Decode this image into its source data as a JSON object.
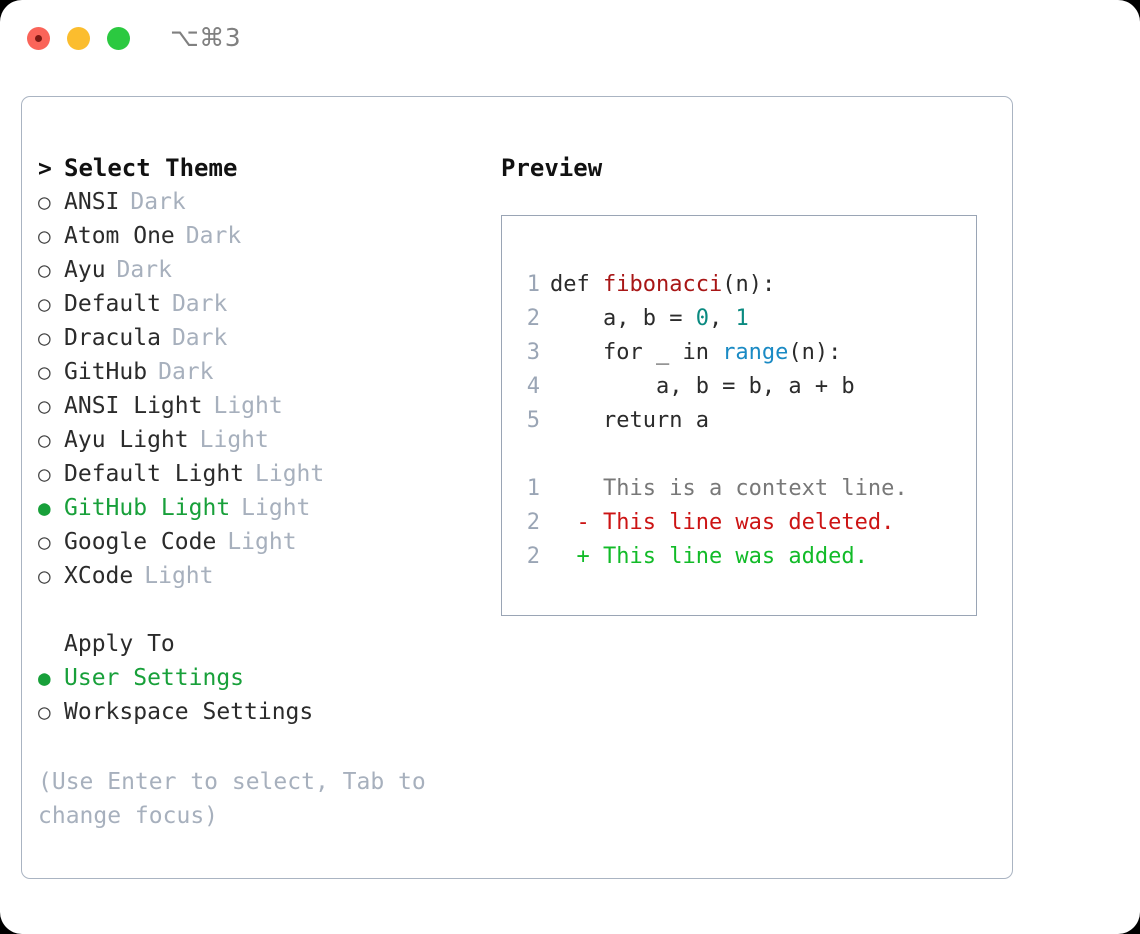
{
  "titlebar": {
    "shortcut": "⌥⌘3",
    "buttons": {
      "close": "close",
      "minimize": "minimize",
      "maximize": "maximize"
    }
  },
  "themes_panel": {
    "header_caret": ">",
    "header": "Select Theme",
    "bullet_unselected": "○",
    "bullet_selected": "●",
    "items": [
      {
        "name": "ANSI",
        "category": "Dark",
        "selected": false
      },
      {
        "name": "Atom One",
        "category": "Dark",
        "selected": false
      },
      {
        "name": "Ayu",
        "category": "Dark",
        "selected": false
      },
      {
        "name": "Default",
        "category": "Dark",
        "selected": false
      },
      {
        "name": "Dracula",
        "category": "Dark",
        "selected": false
      },
      {
        "name": "GitHub",
        "category": "Dark",
        "selected": false
      },
      {
        "name": "ANSI Light",
        "category": "Light",
        "selected": false
      },
      {
        "name": "Ayu Light",
        "category": "Light",
        "selected": false
      },
      {
        "name": "Default Light",
        "category": "Light",
        "selected": false
      },
      {
        "name": "GitHub Light",
        "category": "Light",
        "selected": true
      },
      {
        "name": "Google Code",
        "category": "Light",
        "selected": false
      },
      {
        "name": "XCode",
        "category": "Light",
        "selected": false
      }
    ]
  },
  "apply_to": {
    "label": "Apply To",
    "options": [
      {
        "name": "User Settings",
        "selected": true
      },
      {
        "name": "Workspace Settings",
        "selected": false
      }
    ]
  },
  "hint": "(Use Enter to select, Tab to change focus)",
  "preview": {
    "title": "Preview",
    "code_lines": [
      {
        "number": "1",
        "parts": [
          {
            "text": "def ",
            "token": "plain"
          },
          {
            "text": "fibonacci",
            "token": "function"
          },
          {
            "text": "(n):",
            "token": "plain"
          }
        ]
      },
      {
        "number": "2",
        "parts": [
          {
            "text": "    a, b = ",
            "token": "plain"
          },
          {
            "text": "0",
            "token": "number"
          },
          {
            "text": ", ",
            "token": "plain"
          },
          {
            "text": "1",
            "token": "number"
          }
        ]
      },
      {
        "number": "3",
        "parts": [
          {
            "text": "    for _ in ",
            "token": "plain"
          },
          {
            "text": "range",
            "token": "call"
          },
          {
            "text": "(n):",
            "token": "plain"
          }
        ]
      },
      {
        "number": "4",
        "parts": [
          {
            "text": "        a, b = b, a + b",
            "token": "plain"
          }
        ]
      },
      {
        "number": "5",
        "parts": [
          {
            "text": "    return a",
            "token": "plain"
          }
        ]
      }
    ],
    "diff_lines": [
      {
        "number": "1",
        "marker": " ",
        "text": "This is a context line.",
        "kind": "context"
      },
      {
        "number": "2",
        "marker": "-",
        "text": "This line was deleted.",
        "kind": "deleted"
      },
      {
        "number": "2",
        "marker": "+",
        "text": "This line was added.",
        "kind": "added"
      }
    ]
  },
  "colors": {
    "accent_green": "#18a03a",
    "muted_gray": "#a7b0bd",
    "border": "#9aa5b5",
    "diff_add": "#12bb28",
    "diff_del": "#cc1414",
    "token_function": "#a81616",
    "token_number": "#0a8a80",
    "token_call": "#1a8ac4"
  }
}
